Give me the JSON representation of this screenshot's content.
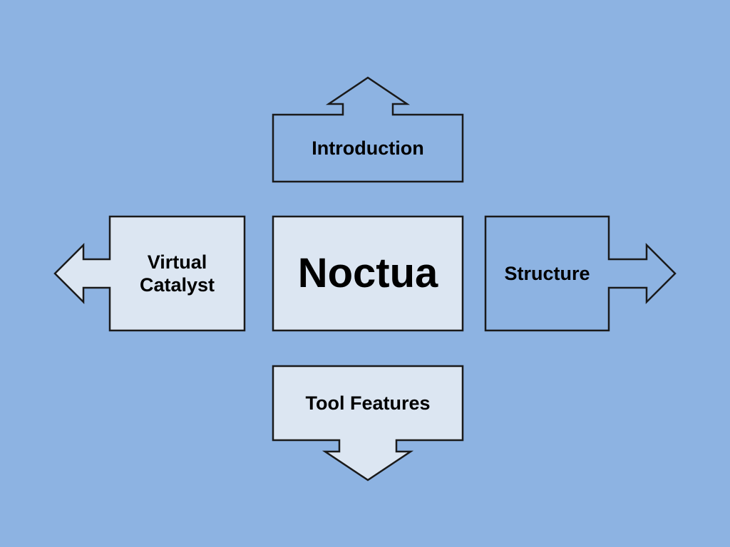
{
  "diagram": {
    "center": {
      "label": "Noctua"
    },
    "up": {
      "label": "Introduction"
    },
    "left": {
      "lines": [
        "Virtual",
        "Catalyst"
      ]
    },
    "right": {
      "label": "Structure"
    },
    "down": {
      "label": "Tool Features"
    }
  },
  "colors": {
    "background": "#8db3e2",
    "dark_fill": "#8db3e2",
    "light_fill": "#dce6f2",
    "stroke": "#1a1a1a",
    "text": "#000000"
  }
}
